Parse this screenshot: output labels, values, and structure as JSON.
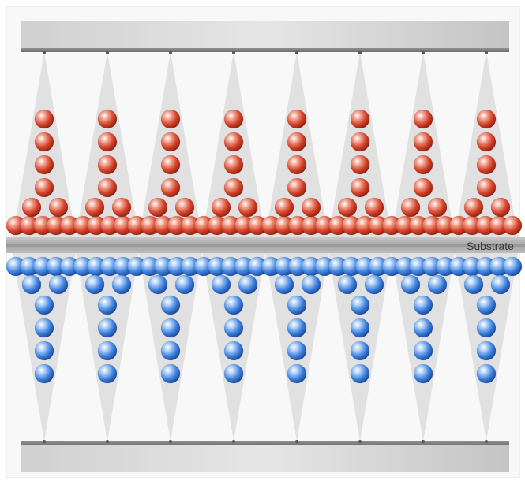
{
  "substrate": {
    "label": "Substrate"
  },
  "colors": {
    "background_panel": "#f7f7f7",
    "plate_light": "#e3e3e3",
    "plate_dark": "#b0b0b0",
    "cone": "#d9d9d9",
    "red_sphere": "#c0392b",
    "blue_sphere": "#2f6fd0",
    "substrate": "#a9a9a9"
  },
  "structure": {
    "columns": 8,
    "spheres_in_vertical_chain": 4,
    "spheres_in_pair_row": 2,
    "spheres_in_base_row_per_column": 4
  }
}
